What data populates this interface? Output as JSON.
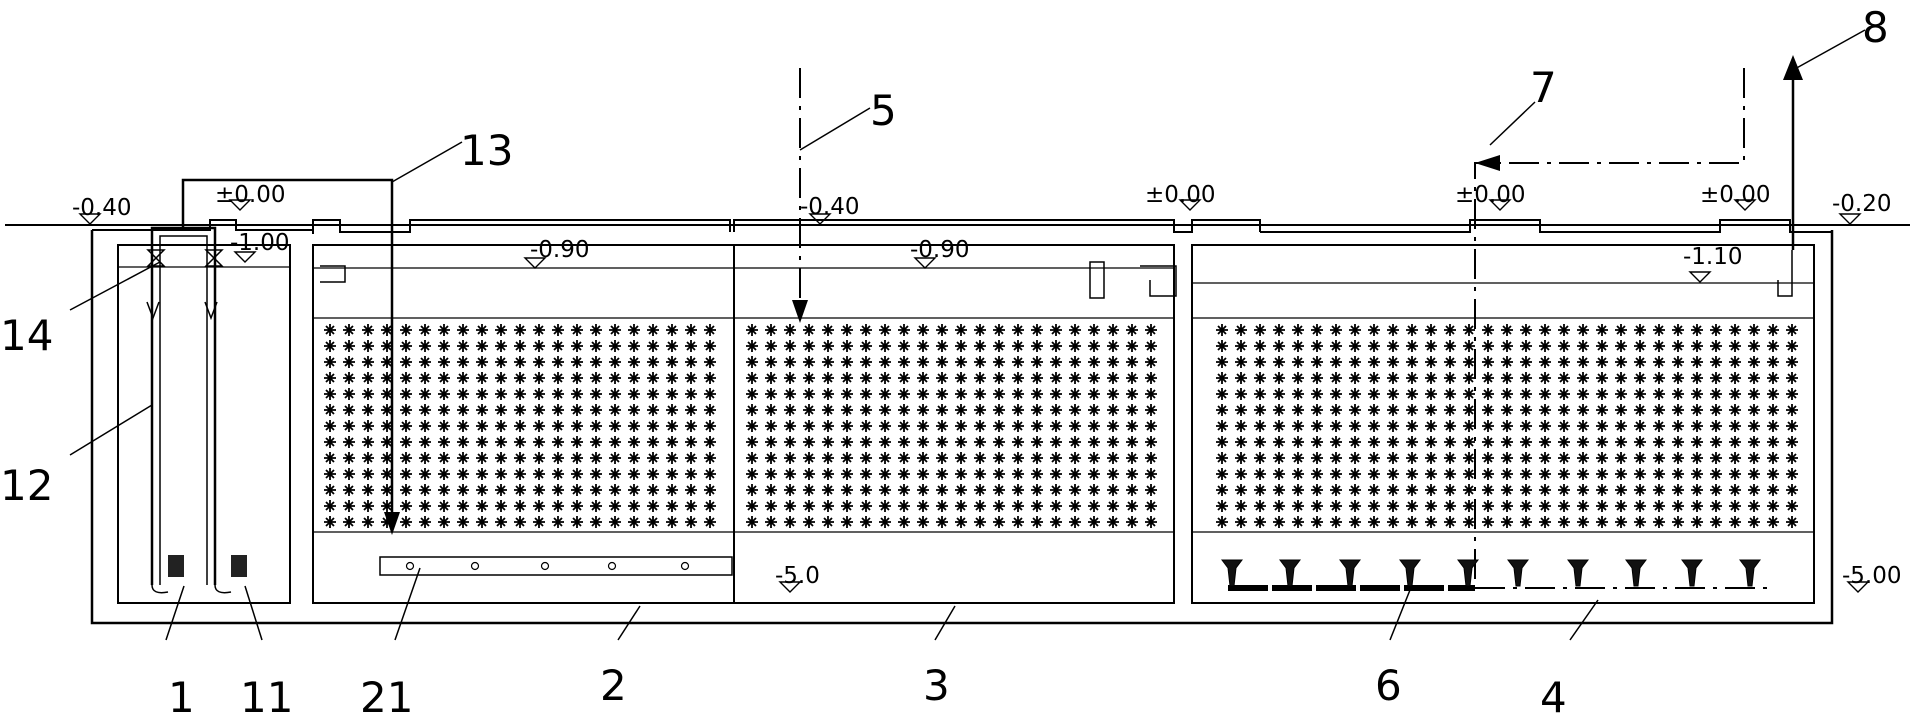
{
  "elevations": {
    "left_ground": "-0.40",
    "top_zero_left": "±0.00",
    "pump_water": "-1.00",
    "tank2_water": "-0.90",
    "inlet_top": "-0.40",
    "tank3_water": "-0.90",
    "zero_mid": "±0.00",
    "zero_b": "±0.00",
    "zero_c": "±0.00",
    "tank4_water": "-1.10",
    "right_ground": "-0.20",
    "bottom_mid": "-5.0",
    "bottom_right": "-5.00"
  },
  "labels": {
    "l1": "1",
    "l11": "11",
    "l21": "21",
    "l2": "2",
    "l3": "3",
    "l6": "6",
    "l4": "4",
    "l12": "12",
    "l14": "14",
    "l13": "13",
    "l5": "5",
    "l7": "7",
    "l8": "8"
  }
}
